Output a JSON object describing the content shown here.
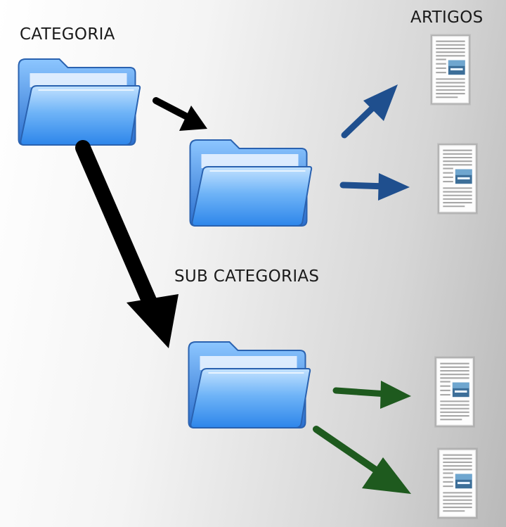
{
  "labels": {
    "categoria": "CATEGORIA",
    "sub_categorias": "SUB CATEGORIAS",
    "artigos": "ARTIGOS"
  },
  "colors": {
    "main_arrow": "#000000",
    "blue_arrow": "#1f4f8e",
    "green_arrow": "#1e5a1e",
    "folder_front": "#5aa8f2",
    "folder_back": "#2f7fd8"
  },
  "icons": [
    "folder-icon",
    "article-document-icon"
  ]
}
